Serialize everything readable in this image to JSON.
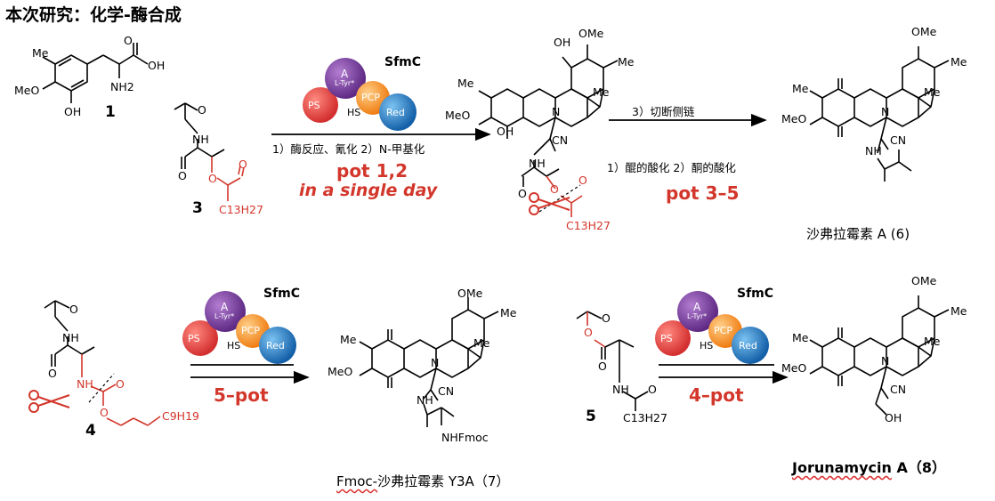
{
  "title": "本次研究：化学-酶合成",
  "compounds": {
    "c1": "1",
    "c3": "3",
    "c4": "4",
    "c5": "5"
  },
  "enzyme": {
    "name": "SfmC",
    "domains": {
      "a": "A",
      "a_sub": "L-Tyr*",
      "pcp": "PCP",
      "ps": "PS",
      "red": "Red",
      "hs": "HS"
    }
  },
  "reactions": {
    "r1_conditions": "1）酶反应、氰化 2）N-甲基化",
    "r1_pot": "pot 1,2",
    "r1_day": "in a single day",
    "r2_step": "3）切断侧链",
    "r2_conditions": "1）醌的酸化 2）酮的酸化",
    "r2_pot": "pot 3–5",
    "r3_pot": "5–pot",
    "r4_pot": "4–pot"
  },
  "products": {
    "p6": "沙弗拉霉素 A (6)",
    "p7_prefix": "Fmoc-",
    "p7_rest": "沙弗拉霉素 Y3A（7）",
    "p8_name": "Jorunamycin",
    "p8_rest": " A（8）"
  },
  "chem_labels": {
    "oh": "OH",
    "nh2": "NH2",
    "meo": "MeO",
    "me": "Me",
    "ome": "OMe",
    "o": "O",
    "n": "N",
    "nh": "NH",
    "cn": "CN",
    "h": "H",
    "c13h27": "C13H27",
    "c9h19": "C9H19",
    "nhfmoc": "NHFmoc"
  },
  "colors": {
    "ps": "#e8393a",
    "a": "#7f3f98",
    "pcp": "#f7941d",
    "red": "#1c75bc",
    "accent": "#d3362b"
  }
}
